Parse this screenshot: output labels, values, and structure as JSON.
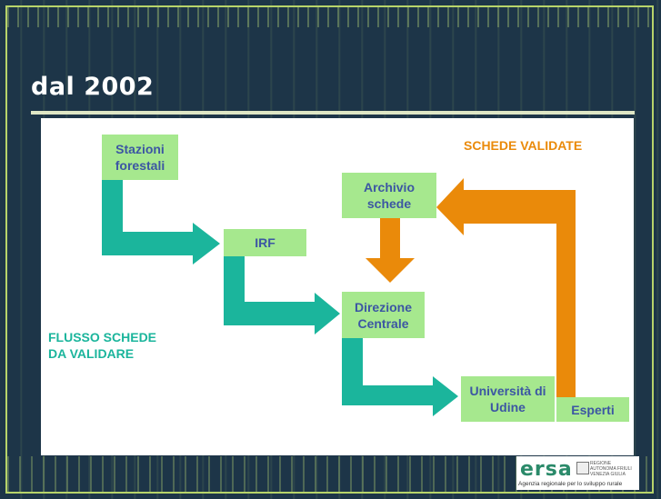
{
  "slide": {
    "title": "dal 2002"
  },
  "diagram": {
    "boxes": {
      "stazioni_forestali": "Stazioni forestali",
      "irf": "IRF",
      "direzione_centrale": "Direzione Centrale",
      "universita_udine": "Università di Udine",
      "esperti": "Esperti",
      "archivio_schede": "Archivio schede"
    },
    "labels": {
      "schede_validate": "SCHEDE VALIDATE",
      "flusso_line1": "FLUSSO SCHEDE",
      "flusso_line2": "DA VALIDARE"
    },
    "colors": {
      "box_fill": "#a6e88e",
      "box_text": "#3c56a3",
      "teal_arrow": "#1bb59c",
      "orange_arrow": "#ea8a0a",
      "teal_label": "#1bb59c",
      "orange_label": "#ea8a0a"
    }
  },
  "logo": {
    "word": "ersa",
    "region": "REGIONE AUTONOMA FRIULI VENEZIA GIULIA",
    "tagline": "Agenzia regionale per lo sviluppo rurale"
  }
}
